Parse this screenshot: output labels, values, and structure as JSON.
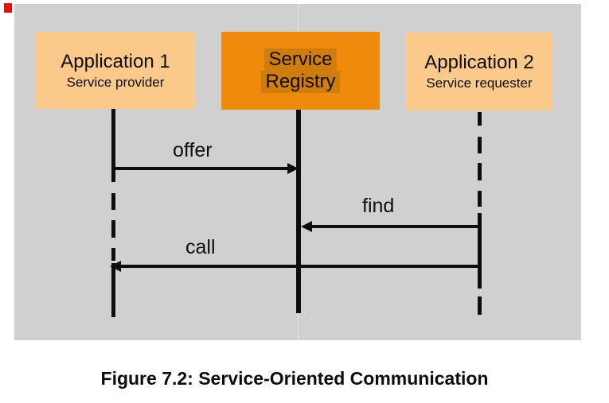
{
  "figure": {
    "caption": "Figure 7.2: Service-Oriented Communication"
  },
  "diagram": {
    "participants": [
      {
        "title": "Application 1",
        "subtitle": "Service provider"
      },
      {
        "title_line1": "Service",
        "title_line2": "Registry"
      },
      {
        "title": "Application 2",
        "subtitle": "Service requester"
      }
    ],
    "messages": [
      {
        "label": "offer",
        "from": "Application 1",
        "to": "Service Registry",
        "direction": "right"
      },
      {
        "label": "find",
        "from": "Application 2",
        "to": "Service Registry",
        "direction": "left"
      },
      {
        "label": "call",
        "from": "Application 2",
        "to": "Application 1",
        "direction": "left"
      }
    ]
  },
  "colors": {
    "page_background": "#ffffff",
    "panel_background": "#d0d0d0",
    "participant_box": "#fbc98a",
    "registry_box": "#f08a0c",
    "registry_text_highlight": "#cf7d0d",
    "line_black": "#0d0d0d",
    "corner_marker_red": "#e8100c"
  }
}
